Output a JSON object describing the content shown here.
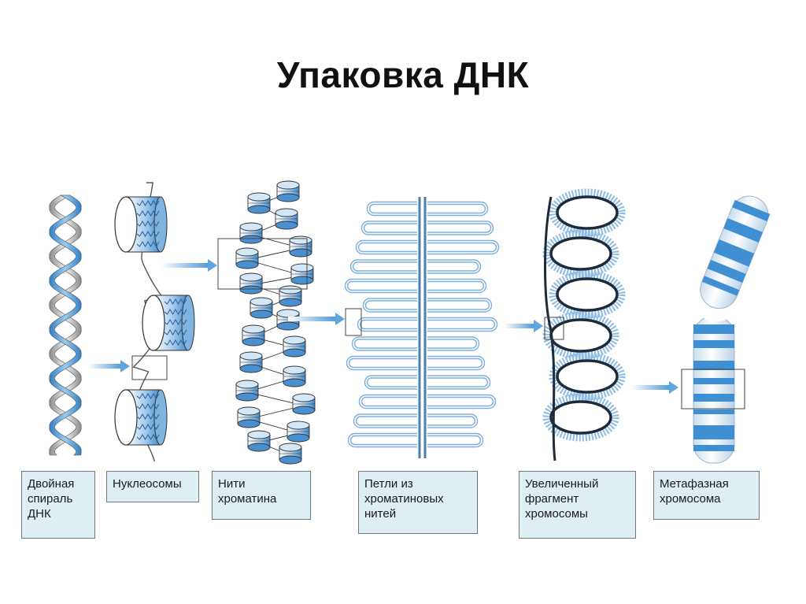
{
  "title": "Упаковка ДНК",
  "stages": [
    {
      "lines": [
        "Двойная",
        "спираль",
        "ДНК"
      ]
    },
    {
      "lines": [
        "Нуклеосомы"
      ]
    },
    {
      "lines": [
        "Нити",
        "хроматина"
      ]
    },
    {
      "lines": [
        "Петли из",
        "хроматиновых",
        "нитей"
      ]
    },
    {
      "lines": [
        "Увеличенный",
        "фрагмент",
        "хромосомы"
      ]
    },
    {
      "lines": [
        "Метафазная",
        "хромосома"
      ]
    }
  ],
  "colors": {
    "accent_blue": "#3f8fd2",
    "light_blue": "#a9cff0",
    "label_fill": "#dfeef3",
    "arrow": "#5ea6e0",
    "outline": "#2a2a2a"
  }
}
